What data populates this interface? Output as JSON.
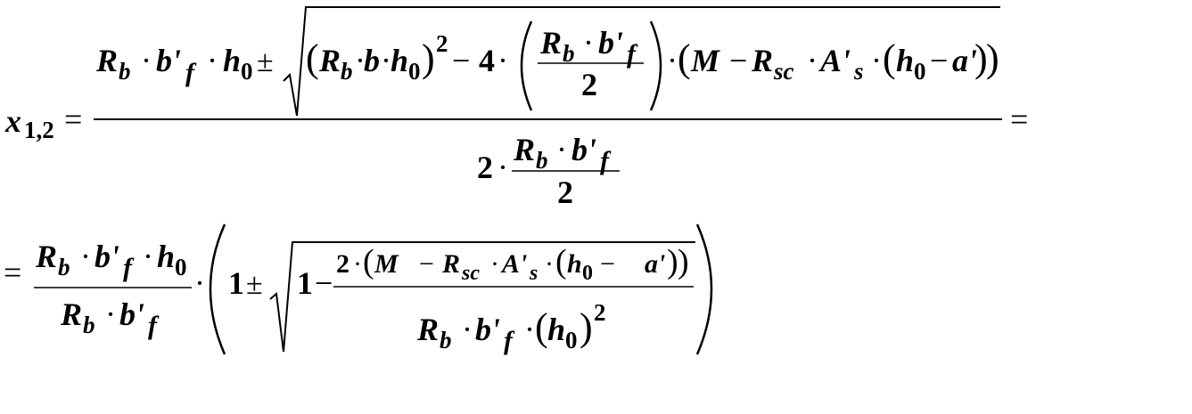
{
  "formula": {
    "lhs": {
      "var": "x",
      "sub": "1,2",
      "eq": "="
    },
    "line1": {
      "numerator": {
        "R": "R",
        "b_sub": "b",
        "dot": "·",
        "bp": "b'",
        "f": "f",
        "h": "h",
        "zero": "0",
        "pm": "±",
        "open_paren": "(",
        "close_paren": ")",
        "b": "b",
        "exp2": "2",
        "minus": "−",
        "four": "4",
        "two": "2",
        "M": "M",
        "sc": "sc",
        "A": "A'",
        "s": "s",
        "a": "a'"
      },
      "denominator": {
        "two": "2"
      },
      "trailing_eq": "="
    },
    "line2": {
      "leading_eq": "=",
      "one": "1"
    }
  }
}
